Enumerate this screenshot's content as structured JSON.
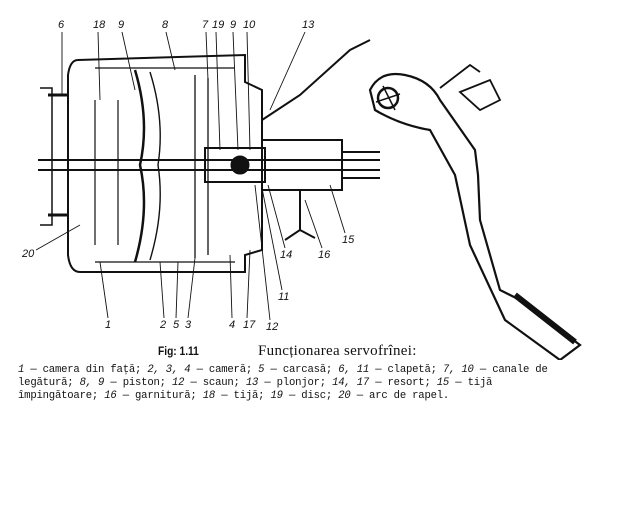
{
  "figure": {
    "fig_label": "Fig: 1.11",
    "caption_title": "Funcționarea servofrînei:",
    "callouts": {
      "top": [
        "6",
        "18",
        "9",
        "8",
        "7",
        "19",
        "9",
        "10",
        "13"
      ],
      "left": [
        "20"
      ],
      "right": [
        "15",
        "16",
        "14",
        "11"
      ],
      "bottom": [
        "1",
        "2",
        "5",
        "3",
        "4",
        "17",
        "12"
      ]
    },
    "legend": [
      {
        "num": "1",
        "text": "camera din față"
      },
      {
        "num": "2, 3, 4",
        "text": "cameră"
      },
      {
        "num": "5",
        "text": "carcasă"
      },
      {
        "num": "6, 11",
        "text": "clapetă"
      },
      {
        "num": "7, 10",
        "text": "canale de legătură"
      },
      {
        "num": "8, 9",
        "text": "piston"
      },
      {
        "num": "12",
        "text": "scaun"
      },
      {
        "num": "13",
        "text": "plonjor"
      },
      {
        "num": "14, 17",
        "text": "resort"
      },
      {
        "num": "15",
        "text": "tijă împingătoare"
      },
      {
        "num": "16",
        "text": "garnitură"
      },
      {
        "num": "18",
        "text": "tijă"
      },
      {
        "num": "19",
        "text": "disc"
      },
      {
        "num": "20",
        "text": "arc de rapel"
      }
    ]
  }
}
